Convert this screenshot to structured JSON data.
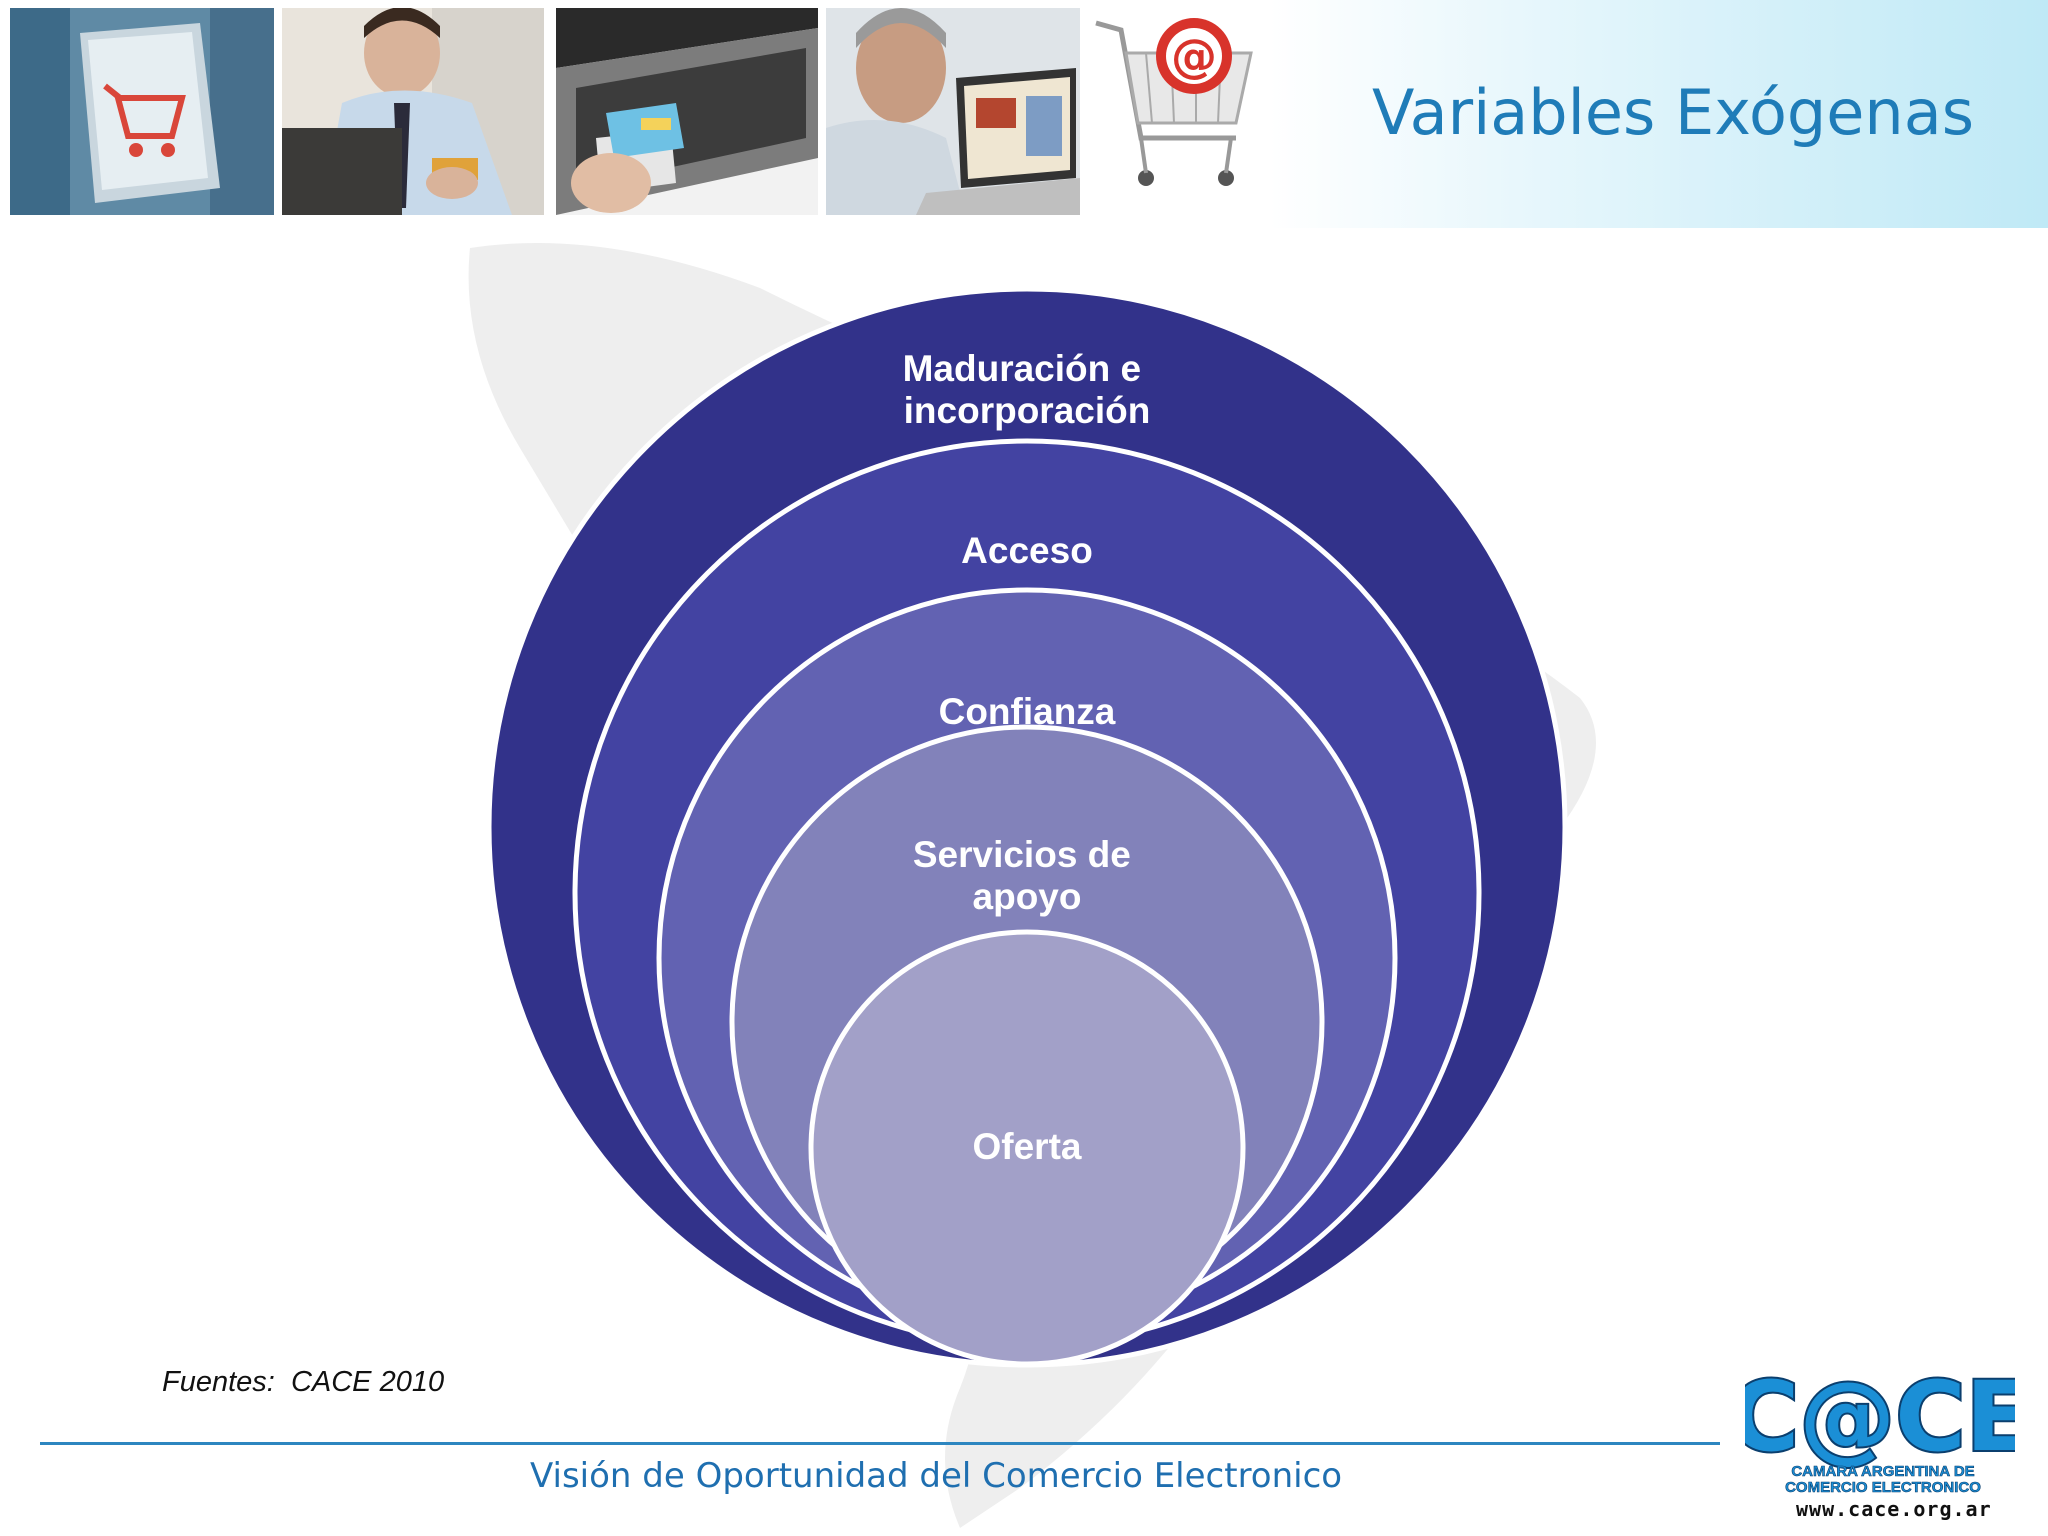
{
  "slide": {
    "title": "Variables Exógenas",
    "source_note": "Fuentes:  CACE 2010",
    "footer": "Visión de Oportunidad del Comercio Electronico"
  },
  "header_images": [
    {
      "name": "keyboard-cart-key-photo"
    },
    {
      "name": "businessman-credit-card-photo"
    },
    {
      "name": "laptop-credit-card-photo"
    },
    {
      "name": "man-using-laptop-photo"
    },
    {
      "name": "shopping-cart-at-sign-photo"
    }
  ],
  "diagram": {
    "type": "nested-circles",
    "layers": [
      {
        "label_lines": [
          "Maduración e",
          "incorporación"
        ],
        "color": "#32328a"
      },
      {
        "label_lines": [
          "Acceso"
        ],
        "color": "#4343a2"
      },
      {
        "label_lines": [
          "Confianza"
        ],
        "color": "#6262b2"
      },
      {
        "label_lines": [
          "Servicios de",
          "apoyo"
        ],
        "color": "#8282ba"
      },
      {
        "label_lines": [
          "Oferta"
        ],
        "color": "#a2a0c8"
      }
    ],
    "stroke_color": "#ffffff"
  },
  "logo": {
    "text": "C@CE",
    "subtitle_lines": [
      "CAMARA ARGENTINA DE",
      "COMERCIO ELECTRONICO"
    ],
    "url": "www.cace.org.ar",
    "color": "#1b8fd6"
  }
}
